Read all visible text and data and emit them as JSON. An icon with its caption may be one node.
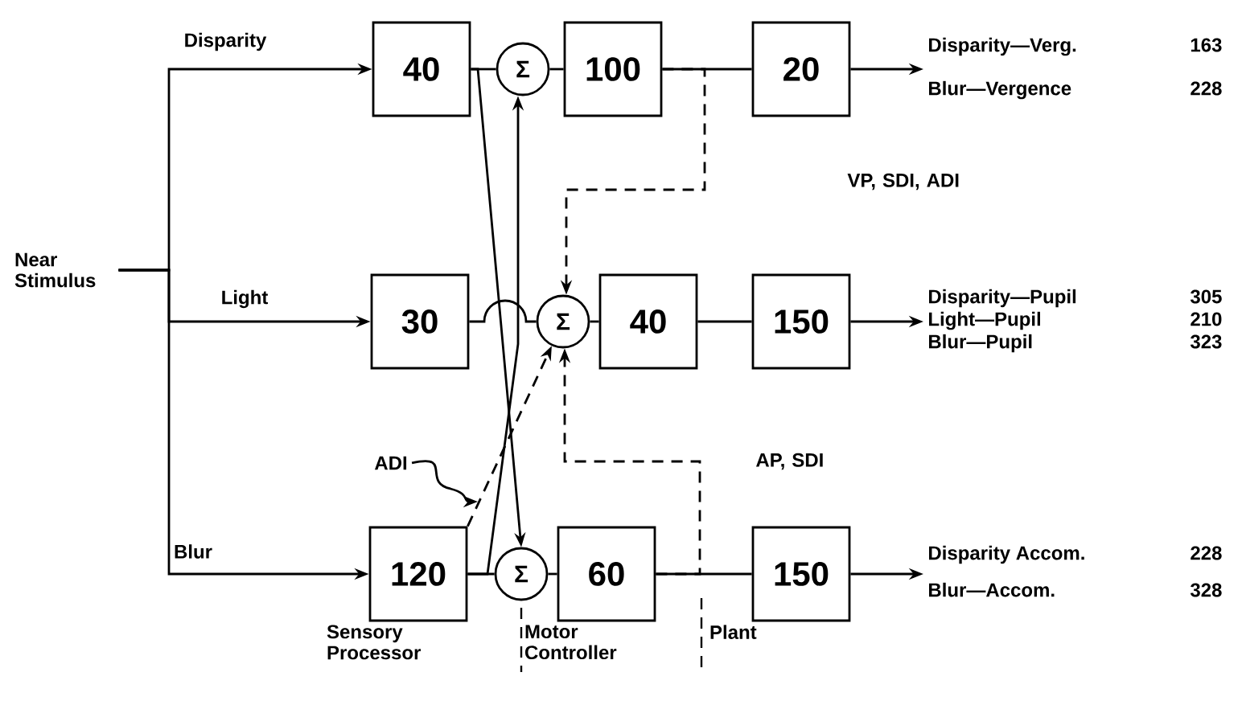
{
  "diagram": {
    "nodes": [
      {
        "text": [
          "Near Stimulus"
        ]
      },
      {
        "text": [
          "40"
        ]
      },
      {
        "text": [
          "Σ"
        ]
      },
      {
        "text": [
          "100"
        ]
      },
      {
        "text": [
          "20"
        ]
      },
      {
        "text": [
          "30"
        ]
      },
      {
        "text": [
          "Σ"
        ]
      },
      {
        "text": [
          "40"
        ]
      },
      {
        "text": [
          "150"
        ]
      },
      {
        "text": [
          "120"
        ]
      },
      {
        "text": [
          "Σ"
        ]
      },
      {
        "text": [
          "60"
        ]
      },
      {
        "text": [
          "150"
        ]
      },
      {
        "text": [
          "Disparity—Verg.",
          "163",
          "Blur—Vergence",
          "228"
        ]
      },
      {
        "text": [
          "Disparity—Pupil",
          "305",
          "Light—Pupil",
          "210",
          "Blur—Pupil",
          "323"
        ]
      },
      {
        "text": [
          "Disparity Accom.",
          "228",
          "Blur—Accom.",
          "328"
        ]
      },
      {
        "text": [
          "ADI"
        ]
      }
    ],
    "edges": [
      {
        "from": 0,
        "to": 1,
        "arrow": "to",
        "label": "Disparity"
      },
      {
        "from": 0,
        "to": 5,
        "arrow": "to",
        "label": "Light"
      },
      {
        "from": 0,
        "to": 9,
        "arrow": "to",
        "label": "Blur"
      },
      {
        "from": 1,
        "to": 2,
        "arrow": "none"
      },
      {
        "from": 2,
        "to": 3,
        "arrow": "none"
      },
      {
        "from": 3,
        "to": 4,
        "arrow": "none"
      },
      {
        "from": 4,
        "to": 13,
        "arrow": "to"
      },
      {
        "from": 5,
        "to": 6,
        "arrow": "none"
      },
      {
        "from": 6,
        "to": 7,
        "arrow": "none"
      },
      {
        "from": 7,
        "to": 8,
        "arrow": "none"
      },
      {
        "from": 8,
        "to": 14,
        "arrow": "to"
      },
      {
        "from": 9,
        "to": 10,
        "arrow": "none"
      },
      {
        "from": 10,
        "to": 11,
        "arrow": "none"
      },
      {
        "from": 11,
        "to": 12,
        "arrow": "none"
      },
      {
        "from": 12,
        "to": 15,
        "arrow": "to"
      },
      {
        "from": 1,
        "to": 10,
        "arrow": "to"
      },
      {
        "from": 9,
        "to": 2,
        "arrow": "to"
      },
      {
        "from": 3,
        "to": 6,
        "arrow": "to",
        "style": "dashed"
      },
      {
        "from": 11,
        "to": 6,
        "arrow": "to",
        "style": "dashed"
      },
      {
        "from": 9,
        "to": 6,
        "arrow": "to",
        "style": "dashed"
      },
      {
        "from": 16,
        "to": null,
        "arrow": "to"
      }
    ],
    "labels": [
      "VP, SDI, ADI",
      "AP, SDI",
      "Sensory Processor",
      "Motor Controller",
      "Plant"
    ]
  }
}
